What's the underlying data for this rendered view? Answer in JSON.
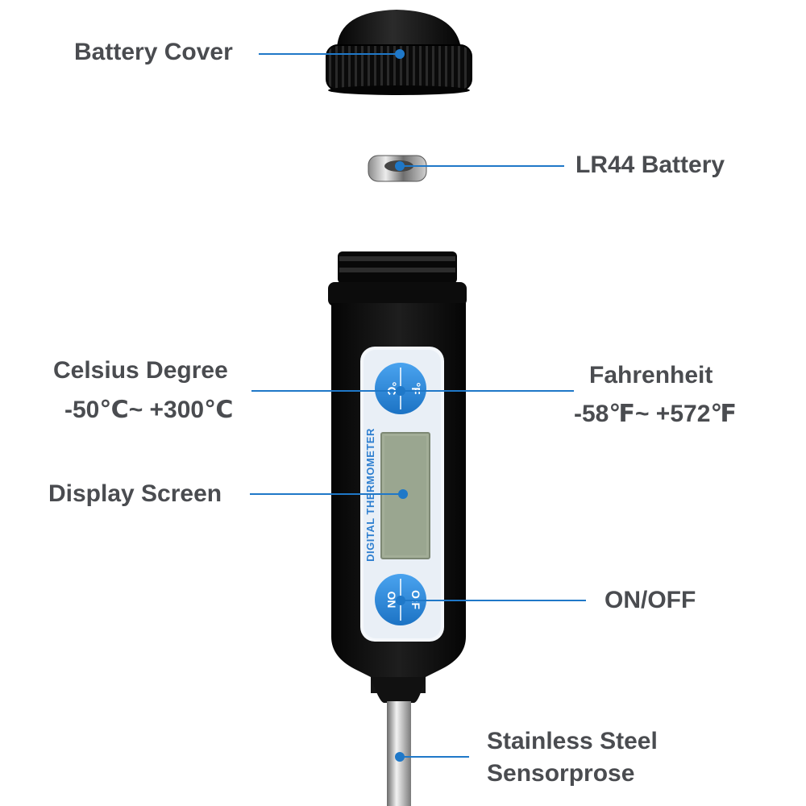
{
  "labels": {
    "battery_cover": "Battery Cover",
    "battery": "LR44 Battery",
    "celsius_title": "Celsius Degree",
    "celsius_range": "-50℃~ +300℃",
    "fahrenheit_title": "Fahrenheit",
    "fahrenheit_range": "-58℉~ +572℉",
    "display": "Display Screen",
    "on_off": "ON/OFF",
    "probe_line1": "Stainless Steel",
    "probe_line2": "Sensorprose"
  },
  "device": {
    "brand_text": "DIGITAL THERMOMETER",
    "button_top": {
      "upper": "°C",
      "lower": "°F"
    },
    "button_bottom": {
      "upper": "ON",
      "lower": "O:F"
    }
  },
  "colors": {
    "accent": "#1f78c8",
    "label_text": "#4a4c50",
    "body": "#0e0e0e",
    "panel": "#eef3f8",
    "lcd": "#9fab96",
    "button": "#2e8bde"
  }
}
